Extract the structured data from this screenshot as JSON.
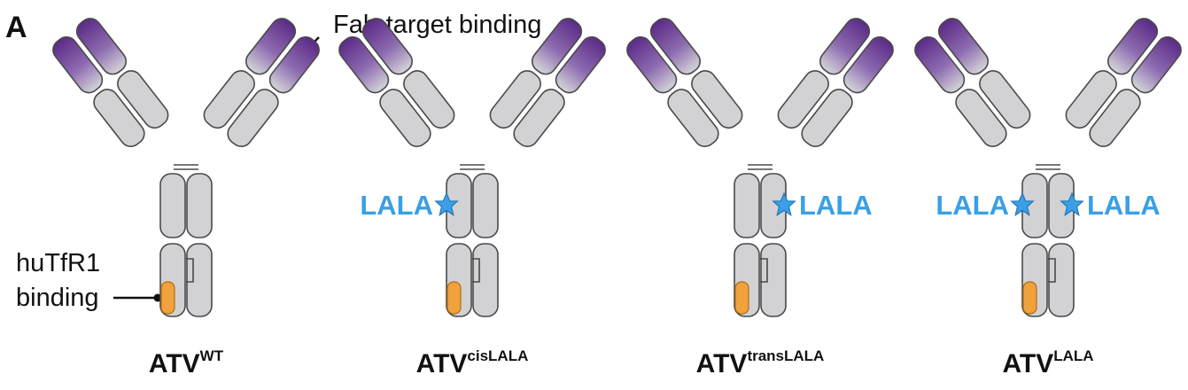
{
  "panel_label": "A",
  "callouts": {
    "fab": "Fab-target binding",
    "tfr_line1": "huTfR1",
    "tfr_line2": "binding"
  },
  "colors": {
    "fab_purple": "#5b2a86",
    "fab_light": "#d4d4d8",
    "chain_gray": "#d2d2d4",
    "outline": "#4a4a4a",
    "tfr_orange": "#f0a23c",
    "lala_blue": "#3a9fe6",
    "star_fill": "#3a9fe6"
  },
  "antibodies": [
    {
      "base": "ATV",
      "sup": "WT",
      "lala_left": "",
      "lala_right": ""
    },
    {
      "base": "ATV",
      "sup": "cisLALA",
      "lala_left": "LALA",
      "lala_right": ""
    },
    {
      "base": "ATV",
      "sup": "transLALA",
      "lala_left": "",
      "lala_right": "LALA"
    },
    {
      "base": "ATV",
      "sup": "LALA",
      "lala_left": "LALA",
      "lala_right": "LALA"
    }
  ]
}
